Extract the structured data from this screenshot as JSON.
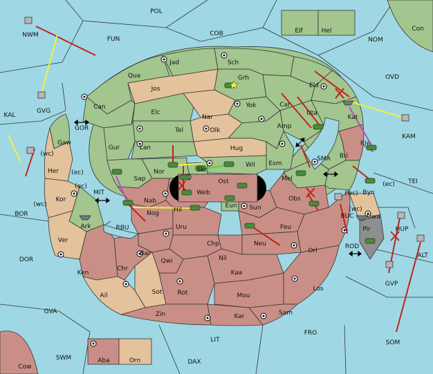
{
  "colors": {
    "sea": "#9fd8e4",
    "green": "#a3c58e",
    "tan": "#e3c29c",
    "red": "#c98f86",
    "gray": "#8f8f8f",
    "border": "#333333",
    "arrow_red": "#c0231e",
    "arrow_yellow": "#f1f13a",
    "arrow_magenta": "#c04ab8",
    "arrow_green": "#5ccf2a"
  },
  "sea_labels": [
    "POL",
    "COB",
    "FUN",
    "NWM",
    "NOM",
    "Con",
    "GVG",
    "KAL",
    "OVD",
    "GOR",
    "KAM",
    "Gaw",
    "BOR",
    "MIT",
    "SMA",
    "TEI",
    "DOR",
    "RBU",
    "BUC",
    "HUP",
    "ROD",
    "GVP",
    "ALT",
    "GVA",
    "LIT",
    "FRO",
    "SOM",
    "SWM",
    "DAX",
    "Cow"
  ],
  "land_labels": [
    "Jad",
    "Sch",
    "Qua",
    "Jos",
    "Grh",
    "Can",
    "Yok",
    "Car",
    "Eld",
    "Elc",
    "Nar",
    "Uta",
    "Kat",
    "Tel",
    "Olk",
    "Amp",
    "Rle",
    "Gur",
    "Lan",
    "Hug",
    "Bri",
    "Esm",
    "Wil",
    "Skr",
    "Nor",
    "Sap",
    "Web",
    "Ost",
    "Mel",
    "Byn",
    "Her",
    "Kor",
    "Ark",
    "Nab",
    "Eun",
    "Sun",
    "Obs",
    "Hil",
    "Nog",
    "Uru",
    "Feu",
    "Gwa",
    "Pir",
    "Ver",
    "Chp",
    "Neu",
    "Orl",
    "Bar",
    "Qwi",
    "Nil",
    "Ken",
    "Chr",
    "Kaa",
    "Sot",
    "Rot",
    "Mou",
    "Los",
    "Ail",
    "Zin",
    "Kar",
    "Sam",
    "Elf",
    "Hel",
    "Aba",
    "Orn"
  ],
  "coast_tags": [
    "(wc)",
    "(ec)",
    "(ec)",
    "(wc)",
    "(wc)",
    "(ec)",
    "(wc)"
  ],
  "unit_markers": [
    "army-unit",
    "fleet-unit"
  ],
  "order_markers": [
    "move-order",
    "support-order",
    "convoy-order",
    "cut-order",
    "retreat-order"
  ]
}
